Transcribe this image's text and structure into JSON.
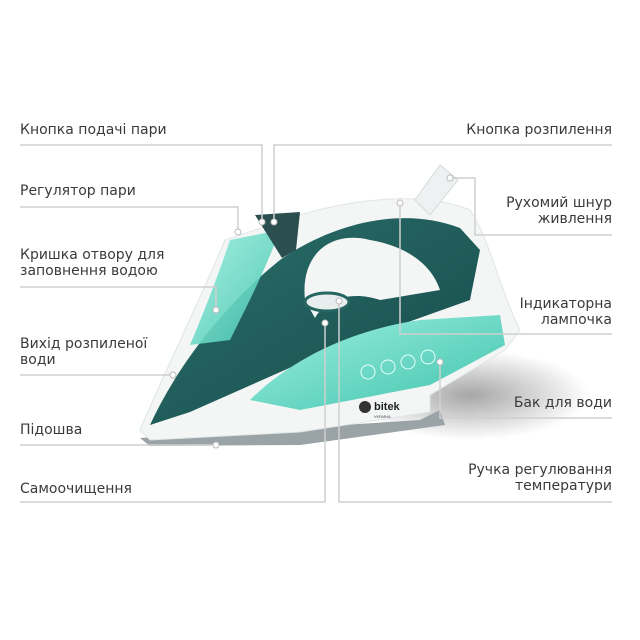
{
  "labels": {
    "steam_button": "Кнопка подачі пари",
    "steam_regulator": "Регулятор пари",
    "fill_cover": [
      "Кришка отвору для",
      "заповнення водою"
    ],
    "spray_outlet": [
      "Вихід розпиленої",
      "води"
    ],
    "soleplate": "Підошва",
    "self_clean": "Самоочищення",
    "spray_button": "Кнопка розпилення",
    "swivel_cord": [
      "Рухомий шнур",
      "живлення"
    ],
    "indicator_lamp": [
      "Індикаторна",
      "лампочка"
    ],
    "water_tank": "Бак для води",
    "temp_knob": [
      "Ручка регулювання",
      "температури"
    ]
  },
  "brand": {
    "name": "bitek",
    "sub": "УКРАЇНА"
  },
  "colors": {
    "dark_teal": "#1f5e5c",
    "light_teal": "#5fd3c0",
    "line": "#c8c8c8"
  }
}
